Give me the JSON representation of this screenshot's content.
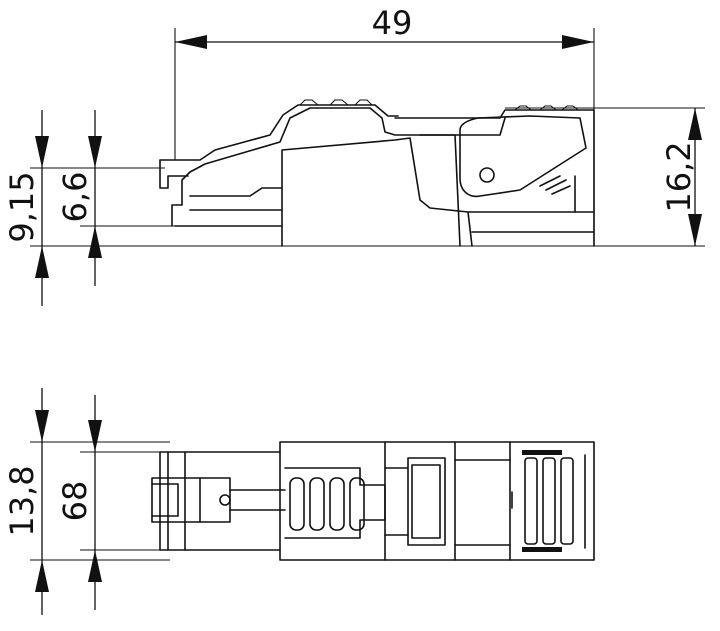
{
  "dimensions": {
    "overall_length": "49",
    "overall_height": "16,2",
    "height_9_15": "9,15",
    "height_6_6": "6,6",
    "width_13_8": "13,8",
    "width_68": "68"
  }
}
